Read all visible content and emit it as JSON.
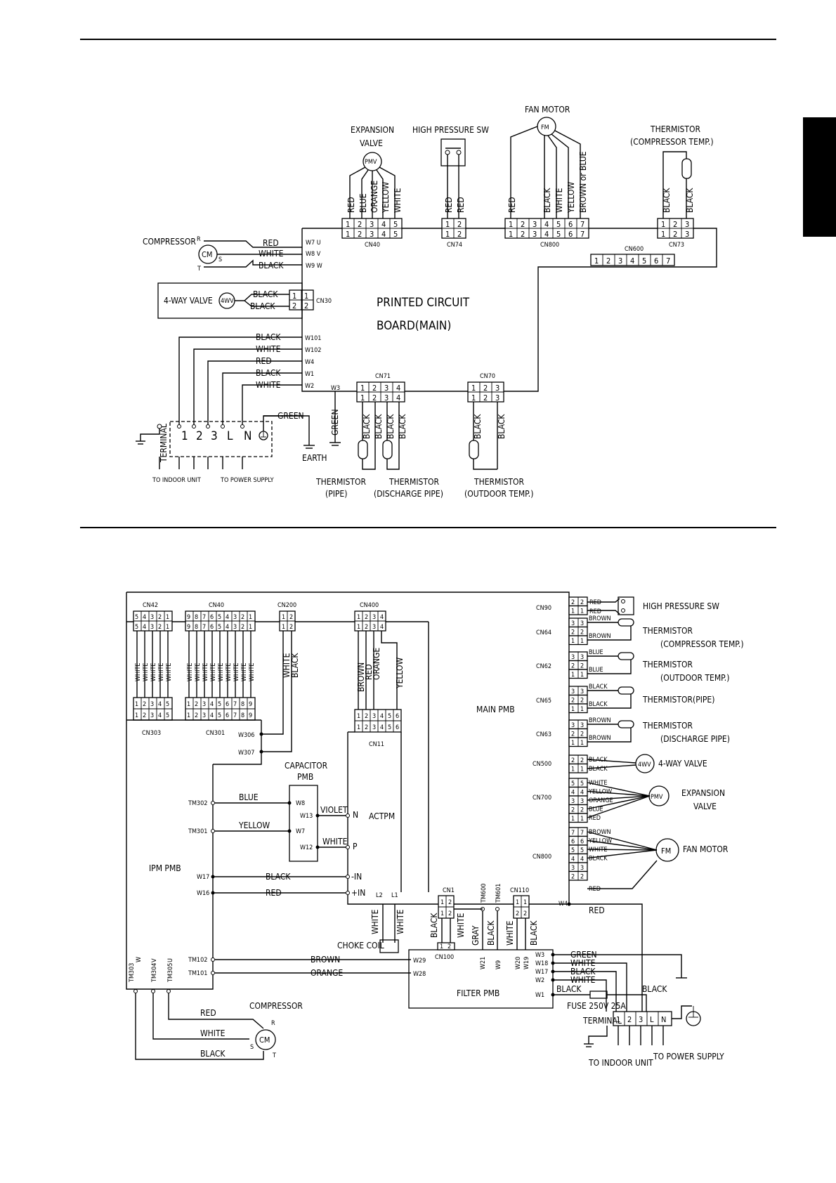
{
  "diagram1": {
    "compressor": {
      "title": "COMPRESSOR",
      "symbol": "CM",
      "r": "R",
      "s": "S",
      "t": "T",
      "wires": [
        "RED",
        "WHITE",
        "BLACK"
      ],
      "terminals": [
        "W7 U",
        "W8 V",
        "W9 W"
      ]
    },
    "fourway": {
      "title": "4-WAY VALVE",
      "symbol": "4WV",
      "wires": [
        "BLACK",
        "BLACK"
      ],
      "pins": [
        "1",
        "2"
      ],
      "connector": "CN30"
    },
    "expansion": {
      "title1": "EXPANSION",
      "title2": "VALVE",
      "symbol": "PMV",
      "wires": [
        "RED",
        "BLUE",
        "ORANGE",
        "YELLOW",
        "WHITE"
      ],
      "pins": [
        "1",
        "2",
        "3",
        "4",
        "5"
      ],
      "connector": "CN40"
    },
    "hpsw": {
      "title": "HIGH PRESSURE SW",
      "wires": [
        "RED",
        "RED"
      ],
      "pins": [
        "1",
        "2"
      ],
      "connector": "CN74"
    },
    "fan": {
      "title": "FAN MOTOR",
      "symbol": "FM",
      "wires": [
        "RED",
        "BLACK",
        "WHITE",
        "YELLOW",
        "BROWN or BLUE"
      ],
      "pins": [
        "1",
        "2",
        "3",
        "4",
        "5",
        "6",
        "7"
      ],
      "connector": "CN800"
    },
    "comp_thermistor": {
      "title1": "THERMISTOR",
      "title2": "(COMPRESSOR TEMP.)",
      "wires": [
        "BLACK",
        "BLACK"
      ],
      "pins": [
        "1",
        "2",
        "3"
      ],
      "connector": "CN73"
    },
    "cn600": {
      "label": "CN600",
      "pins": [
        "1",
        "2",
        "3",
        "4",
        "5",
        "6",
        "7"
      ]
    },
    "pcb": {
      "line1": "PRINTED CIRCUIT",
      "line2": "BOARD(MAIN)"
    },
    "terminal_wires": [
      "BLACK",
      "WHITE",
      "RED",
      "BLACK",
      "WHITE"
    ],
    "terminal_tags": [
      "W101",
      "W102",
      "W4",
      "W1",
      "W2"
    ],
    "terminal": {
      "label": "TERMINAL",
      "pins": [
        "1",
        "2",
        "3",
        "L",
        "N"
      ],
      "green": "GREEN",
      "earth": "EARTH",
      "to_indoor": "TO INDOOR UNIT",
      "to_power": "TO POWER SUPPLY"
    },
    "w3": {
      "tag": "W3",
      "wire": "GREEN"
    },
    "cn71": {
      "label": "CN71",
      "pins": [
        "1",
        "2",
        "3",
        "4"
      ],
      "wires": [
        "BLACK",
        "BLACK",
        "BLACK",
        "BLACK"
      ]
    },
    "cn70": {
      "label": "CN70",
      "pins": [
        "1",
        "2",
        "3"
      ],
      "wires": [
        "BLACK",
        "BLACK"
      ]
    },
    "th_pipe": {
      "l1": "THERMISTOR",
      "l2": "(PIPE)"
    },
    "th_dis": {
      "l1": "THERMISTOR",
      "l2": "(DISCHARGE PIPE)"
    },
    "th_out": {
      "l1": "THERMISTOR",
      "l2": "(OUTDOOR TEMP.)"
    }
  },
  "diagram2": {
    "cn42": {
      "label": "CN42",
      "pins": [
        "5",
        "4",
        "3",
        "2",
        "1"
      ]
    },
    "cn40": {
      "label": "CN40",
      "pins": [
        "9",
        "8",
        "7",
        "6",
        "5",
        "4",
        "3",
        "2",
        "1"
      ]
    },
    "cn200": {
      "label": "CN200",
      "pins": [
        "1",
        "2"
      ],
      "wires": [
        "WHITE",
        "BLACK"
      ]
    },
    "cn400": {
      "label": "CN400",
      "pins": [
        "1",
        "2",
        "3",
        "4"
      ],
      "wires": [
        "BROWN",
        "RED",
        "ORANGE",
        "YELLOW"
      ]
    },
    "white_wire": "WHITE",
    "cn303": {
      "label": "CN303",
      "pins": [
        "1",
        "2",
        "3",
        "4",
        "5"
      ]
    },
    "cn301": {
      "label": "CN301",
      "pins": [
        "1",
        "2",
        "3",
        "4",
        "5",
        "6",
        "7",
        "8",
        "9"
      ]
    },
    "cn11": {
      "label": "CN11",
      "pins": [
        "1",
        "2",
        "3",
        "4",
        "5",
        "6"
      ]
    },
    "main_pmb": "MAIN PMB",
    "w306": "W306",
    "w307": "W307",
    "capacitor": {
      "l1": "CAPACITOR",
      "l2": "PMB",
      "w8": "W8",
      "w13": "W13",
      "w7": "W7",
      "w12": "W12"
    },
    "tm302": "TM302",
    "tm301": "TM301",
    "blue": "BLUE",
    "yellow": "YELLOW",
    "violet": "VIOLET",
    "white_p": "WHITE",
    "n": "N",
    "p": "P",
    "actpm": "ACTPM",
    "ipm_pmb": "IPM PMB",
    "w17": "W17",
    "w16": "W16",
    "black": "BLACK",
    "red": "RED",
    "minus_in": "-IN",
    "plus_in": "+IN",
    "l2": "L2",
    "l1": "L1",
    "choke_wires": [
      "WHITE",
      "WHITE"
    ],
    "choke": "CHOKE COIL",
    "tm303": "TM303",
    "tm304": "TM304",
    "tm305": "TM305",
    "tm_w": "W",
    "tm_v": "V",
    "tm_u": "U",
    "tm102": "TM102",
    "tm101": "TM101",
    "brown": "BROWN",
    "orange": "ORANGE",
    "w29": "W29",
    "w28": "W28",
    "cn1": {
      "label": "CN1",
      "pins": [
        "1",
        "2"
      ],
      "wires": [
        "BLACK",
        "WHITE"
      ]
    },
    "cn100": "CN100",
    "cn100_pins": [
      "1",
      "2"
    ],
    "tm600": "TM600",
    "tm601": "TM601",
    "filter_wires": [
      "GRAY",
      "BLACK",
      "WHITE",
      "BLACK"
    ],
    "cn110": {
      "label": "CN110",
      "pins": [
        "1",
        "2"
      ]
    },
    "filter_tags": [
      "W21",
      "W9",
      "W20",
      "W19"
    ],
    "filter_pmb": "FILTER PMB",
    "filter_right_tags": [
      "W3",
      "W18",
      "W17",
      "W2",
      "W1"
    ],
    "filter_right_wires": [
      "GREEN",
      "WHITE",
      "BLACK",
      "WHITE",
      "BLACK"
    ],
    "w4": "W4",
    "w4_wire": "RED",
    "fuse": "FUSE 250V 25A",
    "terminal": {
      "label": "TERMINAL",
      "pins": [
        "1",
        "2",
        "3",
        "L",
        "N"
      ],
      "black": "BLACK",
      "to_indoor": "TO INDOOR UNIT",
      "to_power": "TO POWER SUPPLY"
    },
    "compressor": {
      "title": "COMPRESSOR",
      "symbol": "CM",
      "r": "R",
      "s": "S",
      "t": "T",
      "wires": [
        "RED",
        "WHITE",
        "BLACK"
      ]
    },
    "cn90": {
      "label": "CN90",
      "pins": [
        "2",
        "1"
      ],
      "wires": [
        "RED",
        "RED"
      ],
      "device": "HIGH PRESSURE SW"
    },
    "cn64": {
      "label": "CN64",
      "pins": [
        "3",
        "2",
        "1"
      ],
      "wires": [
        "BROWN",
        "BROWN"
      ],
      "d1": "THERMISTOR",
      "d2": "(COMPRESSOR TEMP.)"
    },
    "cn62": {
      "label": "CN62",
      "pins": [
        "3",
        "2",
        "1"
      ],
      "wires": [
        "BLUE",
        "BLUE"
      ],
      "d1": "THERMISTOR",
      "d2": "(OUTDOOR TEMP.)"
    },
    "cn65": {
      "label": "CN65",
      "pins": [
        "3",
        "2",
        "1"
      ],
      "wires": [
        "BLACK",
        "BLACK"
      ],
      "d1": "THERMISTOR(PIPE)"
    },
    "cn63": {
      "label": "CN63",
      "pins": [
        "3",
        "2",
        "1"
      ],
      "wires": [
        "BROWN",
        "BROWN"
      ],
      "d1": "THERMISTOR",
      "d2": "(DISCHARGE PIPE)"
    },
    "cn500": {
      "label": "CN500",
      "pins": [
        "2",
        "1"
      ],
      "wires": [
        "BLACK",
        "BLACK"
      ],
      "symbol": "4WV",
      "device": "4-WAY VALVE"
    },
    "cn700": {
      "label": "CN700",
      "pins": [
        "5",
        "4",
        "3",
        "2",
        "1"
      ],
      "wires": [
        "WHITE",
        "YELLOW",
        "ORANGE",
        "BLUE",
        "RED"
      ],
      "symbol": "PMV",
      "d1": "EXPANSION",
      "d2": "VALVE"
    },
    "cn800": {
      "label": "CN800",
      "pins": [
        "7",
        "6",
        "5",
        "4",
        "3",
        "2"
      ],
      "wires": [
        "BROWN",
        "YELLOW",
        "WHITE",
        "BLACK"
      ],
      "red": "RED",
      "symbol": "FM",
      "device": "FAN MOTOR"
    }
  }
}
